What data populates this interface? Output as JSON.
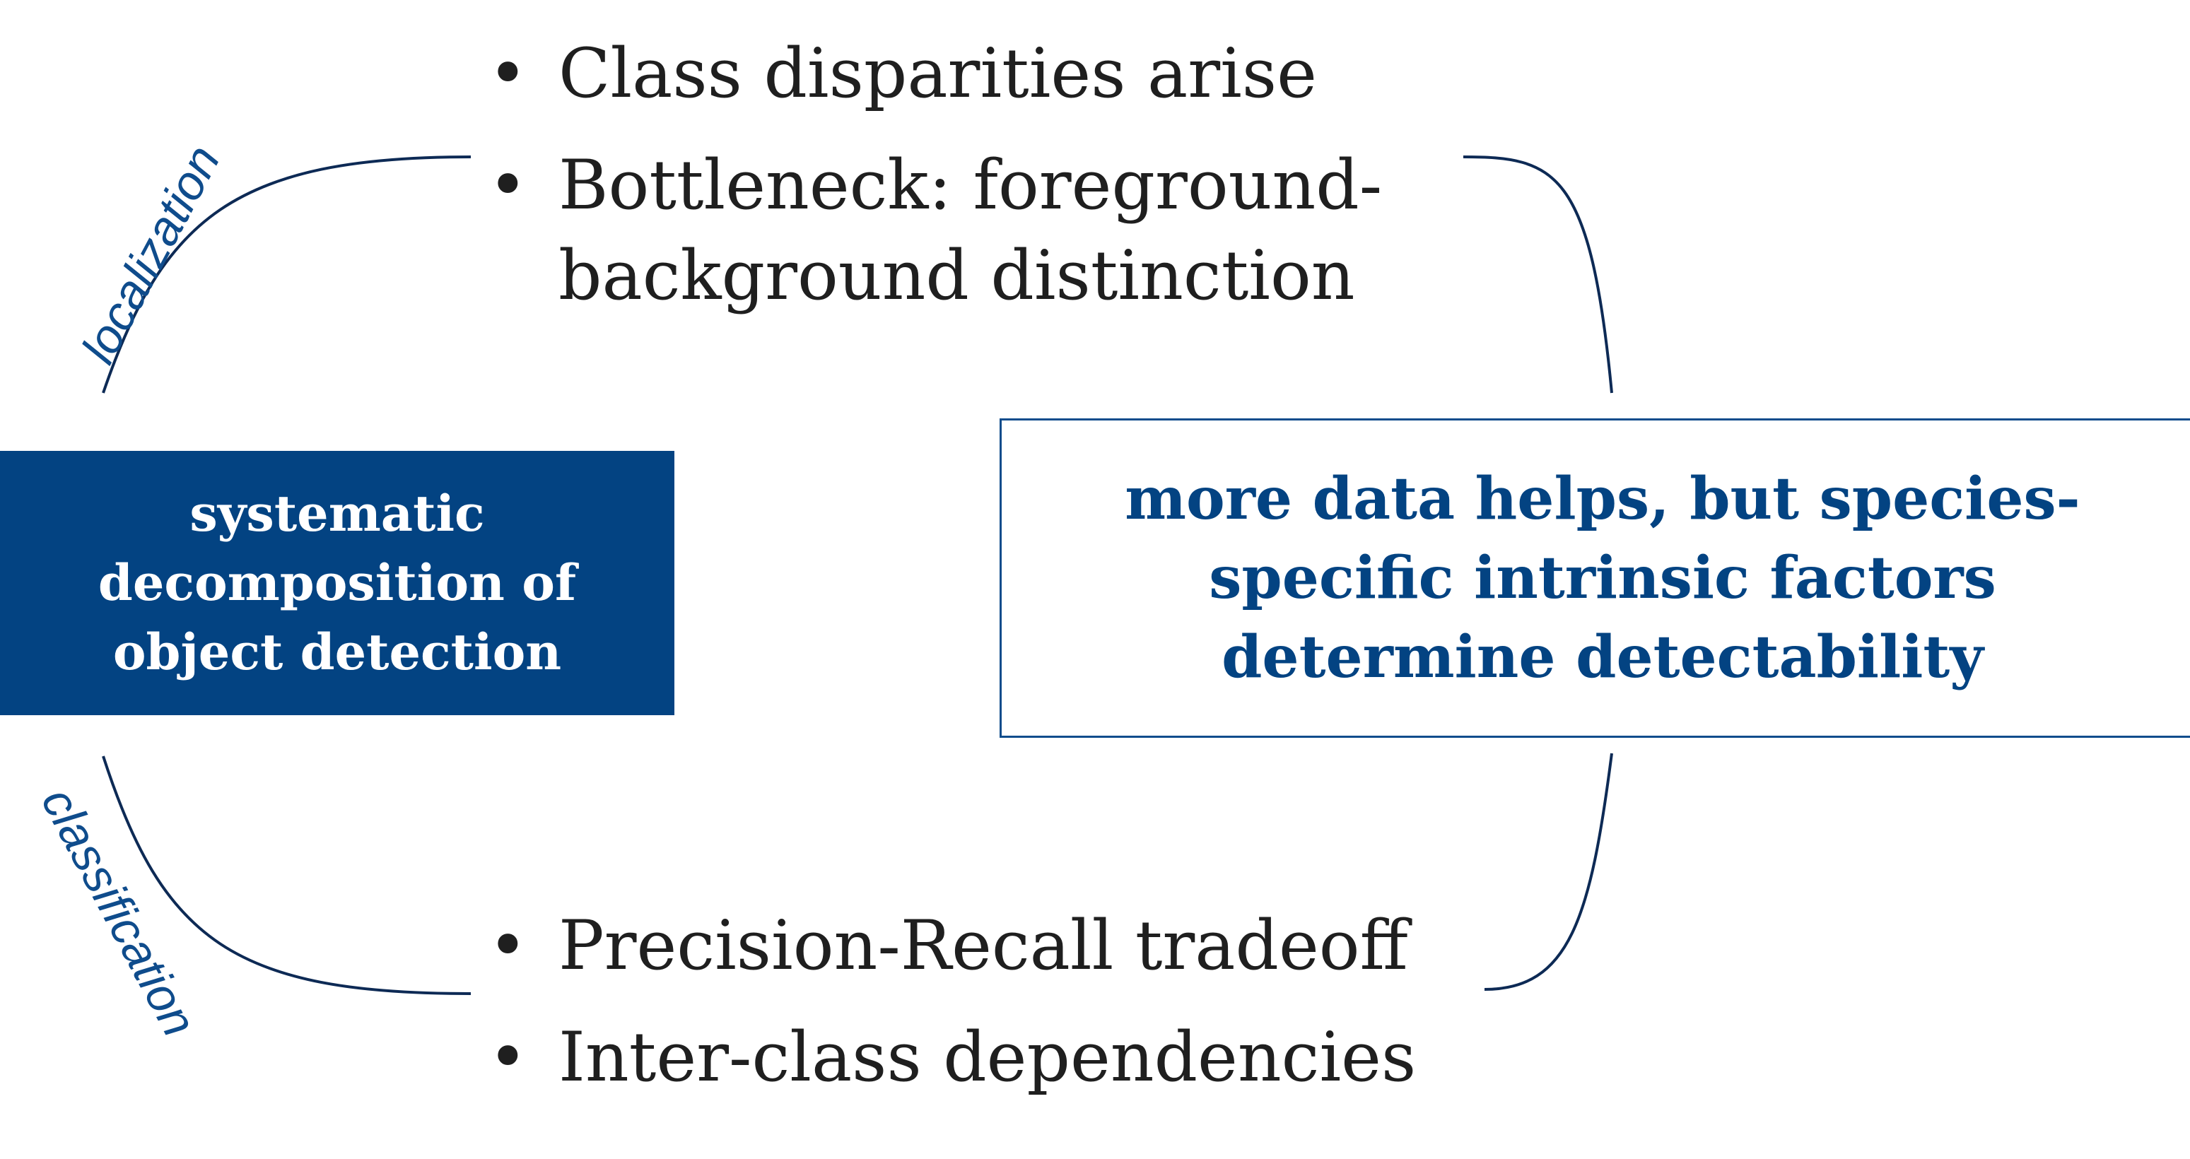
{
  "colors": {
    "accent": "#034382",
    "label": "#0f4c8c",
    "text": "#1f1f1f",
    "line": "#0d2a55"
  },
  "center_box": {
    "text": "systematic decomposition of object detection"
  },
  "result_box": {
    "text": "more data helps, but species-specific intrinsic factors determine detectability"
  },
  "branch_labels": {
    "top": "localization",
    "bottom": "classification"
  },
  "top_bullets": [
    "Class disparities arise",
    "Bottleneck: foreground-background distinction"
  ],
  "bottom_bullets": [
    "Precision-Recall tradeoff",
    "Inter-class dependencies"
  ]
}
